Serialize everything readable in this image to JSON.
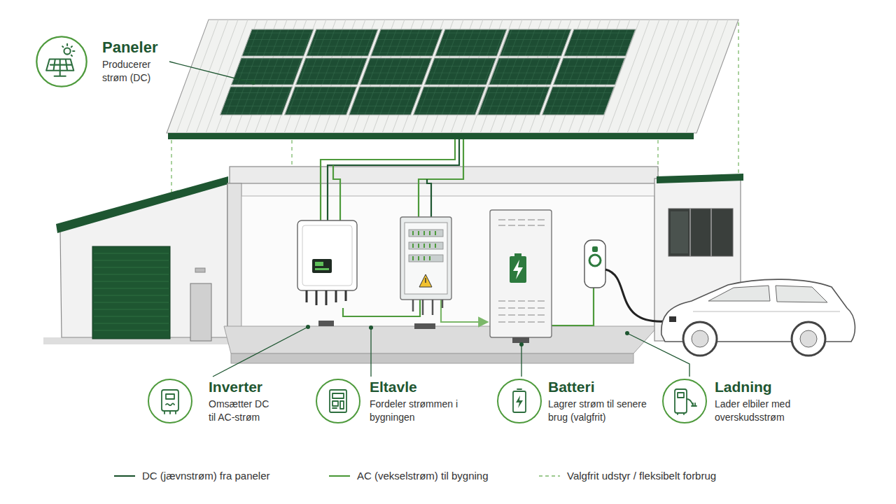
{
  "diagram": {
    "nodes": [
      {
        "text": [
          "Paneler",
          "Producerer strøm (DC)"
        ]
      },
      {
        "text": [
          "Inverter",
          "Omsætter DC til AC-strøm"
        ]
      },
      {
        "text": [
          "Eltavle",
          "Fordeler strømmen i bygningen"
        ]
      },
      {
        "text": [
          "Batteri",
          "Lagrer strøm til senere brug (valgfrit)"
        ]
      },
      {
        "text": [
          "Ladning",
          "Lader elbiler med overskudsstrøm"
        ]
      }
    ],
    "legend": [
      {
        "text": "DC (jævnstrøm) fra paneler"
      },
      {
        "text": "AC (vekselstrøm) til bygning"
      },
      {
        "text": "Valgfrit udstyr / fleksibelt forbrug"
      }
    ]
  }
}
